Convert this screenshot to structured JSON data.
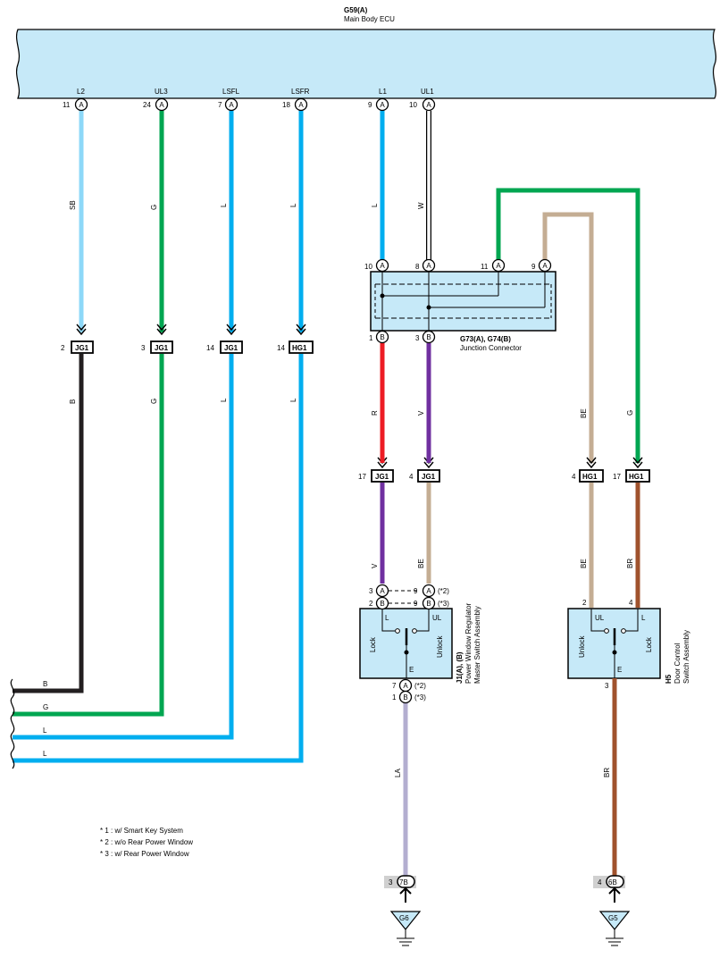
{
  "ecu": {
    "code": "G59(A)",
    "name": "Main Body ECU"
  },
  "colors": {
    "SB": "#8dd8f8",
    "G": "#00a651",
    "L": "#00aeef",
    "W": "#ffffff",
    "B": "#231f20",
    "R": "#ed1c24",
    "V": "#7030a0",
    "BE": "#c4ad93",
    "BR": "#a0522d",
    "LA": "#b3aed0",
    "box": "#c6e9f8"
  },
  "ecu_pins": [
    {
      "signal": "L2",
      "pin": "11",
      "conn": "A"
    },
    {
      "signal": "UL3",
      "pin": "24",
      "conn": "A"
    },
    {
      "signal": "LSFL",
      "pin": "7",
      "conn": "A"
    },
    {
      "signal": "LSFR",
      "pin": "18",
      "conn": "A"
    },
    {
      "signal": "L1",
      "pin": "9",
      "conn": "A"
    },
    {
      "signal": "UL1",
      "pin": "10",
      "conn": "A"
    }
  ],
  "wire_labels_upper": [
    "SB",
    "G",
    "L",
    "L",
    "L",
    "W"
  ],
  "jc_left": [
    {
      "pin": "2",
      "name": "JG1"
    },
    {
      "pin": "3",
      "name": "JG1"
    },
    {
      "pin": "14",
      "name": "JG1"
    },
    {
      "pin": "14",
      "name": "HG1"
    }
  ],
  "wire_labels_lower": [
    "B",
    "G",
    "L",
    "L"
  ],
  "bundle_labels": [
    "B",
    "G",
    "L",
    "L"
  ],
  "junction": {
    "code": "G73(A), G74(B)",
    "name": "Junction Connector",
    "top_pins": [
      {
        "pin": "10",
        "conn": "A"
      },
      {
        "pin": "8",
        "conn": "A"
      },
      {
        "pin": "11",
        "conn": "A"
      },
      {
        "pin": "9",
        "conn": "A"
      }
    ],
    "bottom_pins": [
      {
        "pin": "1",
        "conn": "B"
      },
      {
        "pin": "3",
        "conn": "B"
      }
    ]
  },
  "mid_wire_labels": [
    "R",
    "V",
    "BE",
    "G"
  ],
  "jc_mid": [
    {
      "pin": "17",
      "name": "JG1"
    },
    {
      "pin": "4",
      "name": "JG1"
    },
    {
      "pin": "4",
      "name": "HG1"
    },
    {
      "pin": "17",
      "name": "HG1"
    }
  ],
  "low_wire_labels": [
    "V",
    "BE",
    "BE",
    "BR"
  ],
  "master_switch": {
    "code": "J1(A), (B)",
    "name_line1": "Power Window Regulator",
    "name_line2": "Master Switch Assembly",
    "pins_top": [
      {
        "pin": "3",
        "conn": "A",
        "alt_pin": "9",
        "alt_conn": "A",
        "note": "(*2)"
      },
      {
        "pin": "2",
        "conn": "B",
        "alt_pin": "9",
        "alt_conn": "B",
        "note": "(*3)"
      }
    ],
    "pins_bottom": [
      {
        "pin": "7",
        "conn": "A",
        "note": "(*2)"
      },
      {
        "pin": "1",
        "conn": "B",
        "note": "(*3)"
      }
    ],
    "terminal_l": "L",
    "terminal_ul": "UL",
    "terminal_e": "E",
    "lock": "Lock",
    "unlock": "Unlock"
  },
  "door_switch": {
    "code": "H5",
    "name_line1": "Door Control",
    "name_line2": "Switch Assembly",
    "pin_left": "2",
    "pin_right": "4",
    "pin_bottom": "3",
    "terminal_ul": "UL",
    "terminal_l": "L",
    "terminal_e": "E",
    "unlock": "Unlock",
    "lock": "Lock"
  },
  "ground_wire_labels": [
    "LA",
    "BR"
  ],
  "grounds": [
    {
      "pin": "3",
      "conn": "7B",
      "point": "G6"
    },
    {
      "pin": "4",
      "conn": "6B",
      "point": "G5"
    }
  ],
  "notes": [
    "* 1 : w/ Smart Key System",
    "* 2 : w/o Rear Power Window",
    "* 3 : w/ Rear Power Window"
  ]
}
